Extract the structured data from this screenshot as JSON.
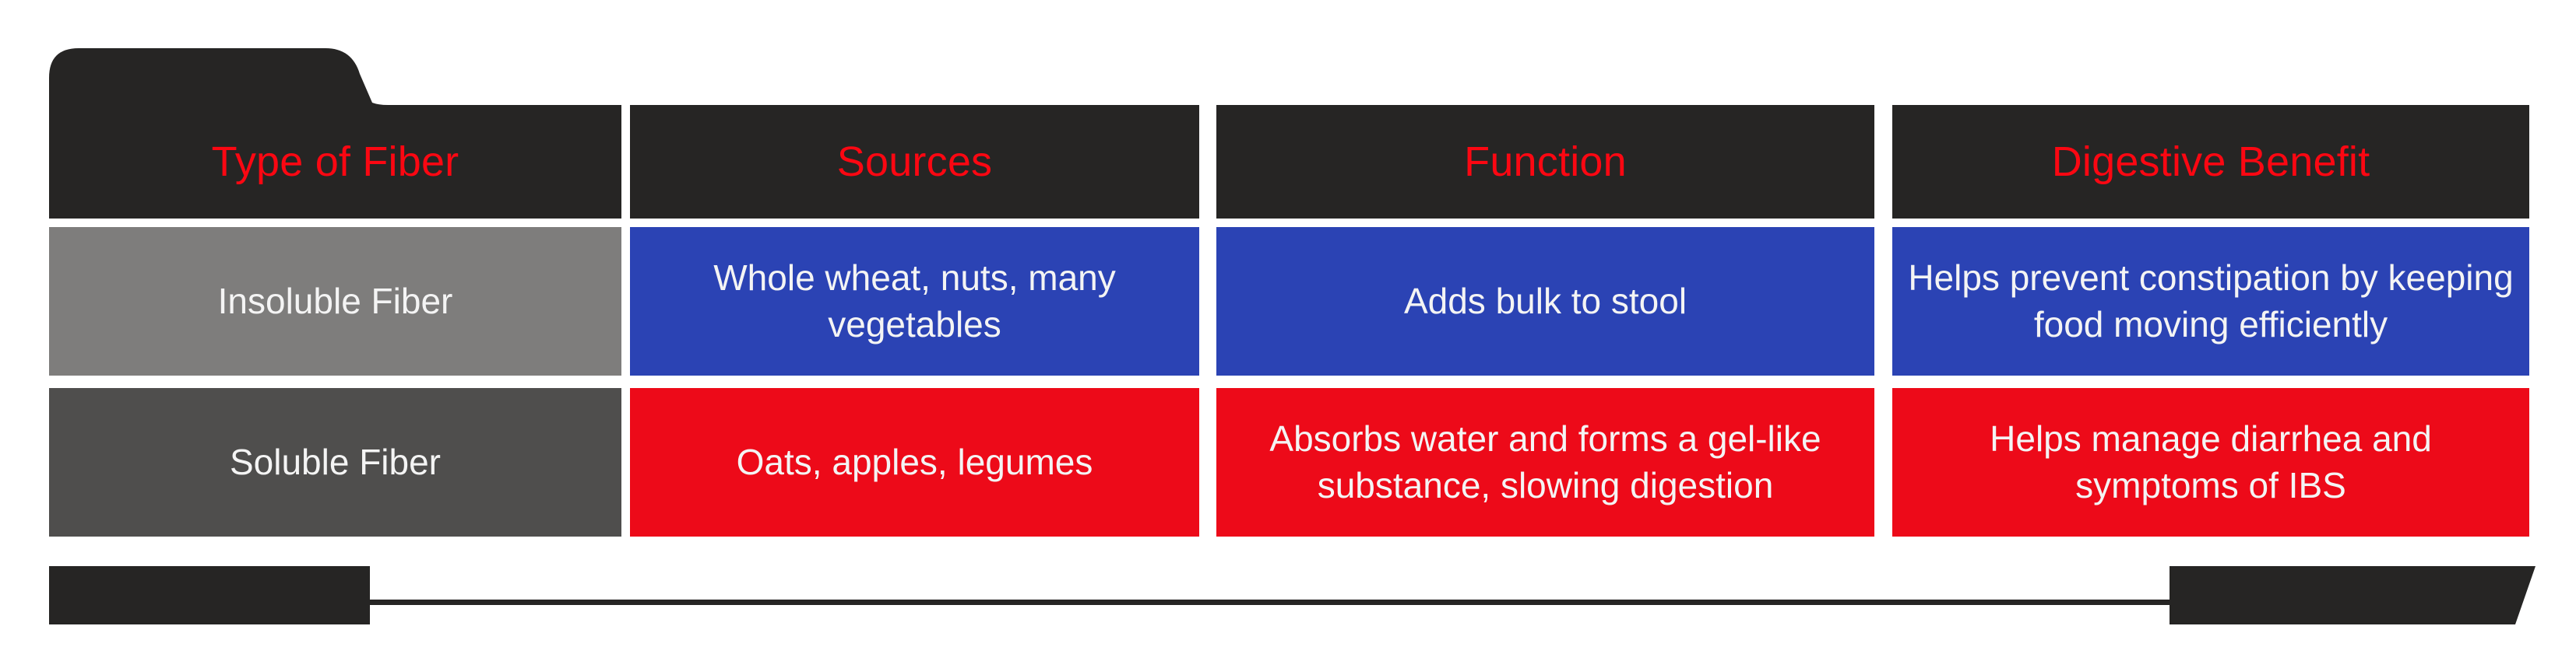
{
  "graphic": {
    "title": "Type of Fiber comparison table",
    "kind": "folder-tab-table"
  },
  "colors": {
    "dark": "#262524",
    "header_text": "#FB0712",
    "blue": "#2B43B4",
    "red": "#ED0A19",
    "gray_light": "#7E7D7C",
    "gray_dark": "#4F4E4D",
    "cell_text": "#F4F4F4",
    "background": "#FFFFFF"
  },
  "table": {
    "headers": [
      {
        "label": "Type of Fiber"
      },
      {
        "label": "Sources"
      },
      {
        "label": "Function"
      },
      {
        "label": "Digestive Benefit"
      }
    ],
    "rows": [
      {
        "type": "Insoluble Fiber",
        "sources": "Whole wheat, nuts, many vegetables",
        "function": "Adds bulk to stool",
        "benefit": "Helps prevent constipation by keeping food moving efficiently"
      },
      {
        "type": "Soluble Fiber",
        "sources": "Oats, apples, legumes",
        "function": "Absorbs water and forms a gel-like substance, slowing digestion",
        "benefit": "Helps manage diarrhea and symptoms of IBS"
      }
    ]
  },
  "decorations": {
    "tab_notch": "folder-tab-top-left",
    "bottom_left_block": "",
    "bottom_right_arrow": ""
  }
}
